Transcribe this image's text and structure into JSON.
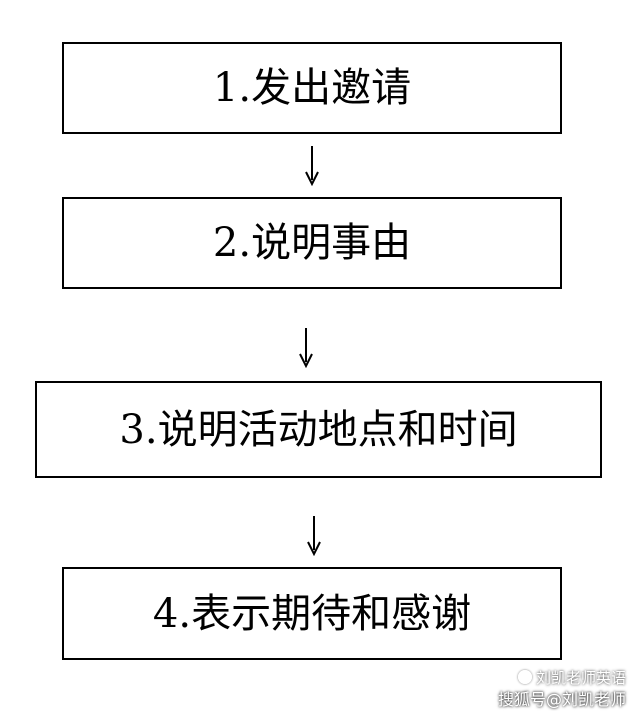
{
  "steps": [
    {
      "label": "1.发出邀请"
    },
    {
      "label": "2.说明事由"
    },
    {
      "label": "3.说明活动地点和时间"
    },
    {
      "label": "4.表示期待和感谢"
    }
  ],
  "arrow_icon": "arrow-down-icon",
  "watermark": {
    "line1": "刘凯老师英语",
    "line2": "搜狐号@刘凯老师"
  },
  "colors": {
    "stroke": "#000000",
    "background": "#ffffff"
  }
}
